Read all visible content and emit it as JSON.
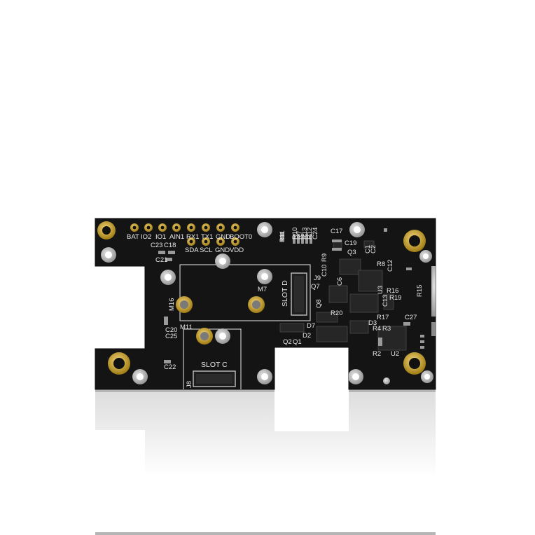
{
  "board": {
    "header_pins_top": [
      "BAT",
      "IO2",
      "IO1",
      "AIN1",
      "RX1",
      "TX1",
      "GND",
      "BOOT0"
    ],
    "header_pins_bottom": [
      "SDA",
      "SCL",
      "GND",
      "VDD"
    ],
    "slot_d_label": "SLOT D",
    "slot_c_label": "SLOT C",
    "mount_labels": {
      "m7": "M7",
      "m16": "M16",
      "m11": "M11"
    },
    "refdes": {
      "c23": "C23",
      "c18": "C18",
      "c21": "C21",
      "c20": "C20",
      "c25": "C25",
      "c22": "C22",
      "r11": "R11",
      "r10": "R10",
      "r7": "R7",
      "r13": "R13",
      "r12": "R12",
      "c24": "C24",
      "c17": "C17",
      "c19": "C19",
      "q3": "Q3",
      "c1": "C1",
      "c2": "C2",
      "r9": "R9",
      "c10": "C10",
      "r8": "R8",
      "c12": "C12",
      "r15": "R15",
      "r16": "R16",
      "r19": "R19",
      "u3": "U3",
      "c13": "C13",
      "r17": "R17",
      "j9": "J9",
      "q8": "Q8",
      "r20": "R20",
      "d7": "D7",
      "d2": "D2",
      "q2": "Q2",
      "q1": "Q1",
      "d3": "D3",
      "r3": "R3",
      "r4": "R4",
      "c27": "C27",
      "r2": "R2",
      "u2": "U2",
      "j8": "J8",
      "q7": "Q7",
      "c6": "C6"
    }
  },
  "colors": {
    "pcb": "#141414",
    "gold": "#c9a227",
    "pad_silver": "#b5b5b5",
    "silkscreen": "#e8e8e8"
  }
}
